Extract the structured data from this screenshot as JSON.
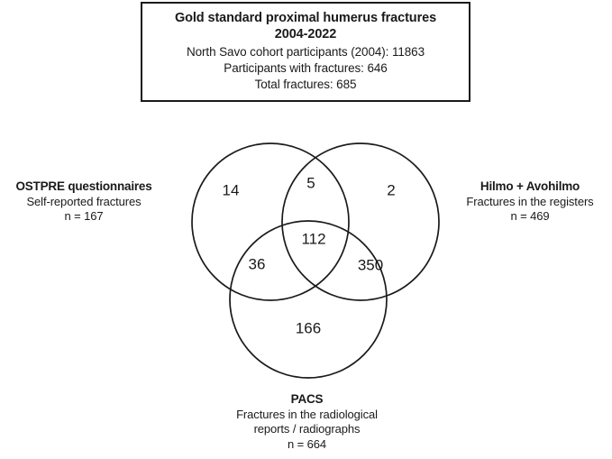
{
  "header": {
    "title_line1": "Gold standard proximal humerus fractures",
    "title_line2": "2004-2022",
    "line1": "North Savo cohort participants (2004): 11863",
    "line2": "Participants with fractures: 646",
    "line3": "Total fractures: 685"
  },
  "labels": {
    "left": {
      "title": "OSTPRE questionnaires",
      "subtitle": "Self-reported fractures",
      "n": "n = 167"
    },
    "right": {
      "title": "Hilmo + Avohilmo",
      "subtitle": "Fractures in the registers",
      "n": "n = 469"
    },
    "bottom": {
      "title": "PACS",
      "subtitle_line1": "Fractures in the radiological",
      "subtitle_line2": "reports / radiographs",
      "n": "n = 664"
    }
  },
  "chart_data": {
    "type": "venn",
    "title": "Gold standard proximal humerus fractures 2004-2022",
    "sets": [
      {
        "id": "ostpre",
        "name": "OSTPRE questionnaires",
        "description": "Self-reported fractures",
        "total": 167
      },
      {
        "id": "hilmo",
        "name": "Hilmo + Avohilmo",
        "description": "Fractures in the registers",
        "total": 469
      },
      {
        "id": "pacs",
        "name": "PACS",
        "description": "Fractures in the radiological reports / radiographs",
        "total": 664
      }
    ],
    "regions": [
      {
        "id": "ostpre-only",
        "sets": [
          "ostpre"
        ],
        "value": 14
      },
      {
        "id": "ostpre-hilmo",
        "sets": [
          "ostpre",
          "hilmo"
        ],
        "value": 5
      },
      {
        "id": "hilmo-only",
        "sets": [
          "hilmo"
        ],
        "value": 2
      },
      {
        "id": "all-three",
        "sets": [
          "ostpre",
          "hilmo",
          "pacs"
        ],
        "value": 112
      },
      {
        "id": "ostpre-pacs",
        "sets": [
          "ostpre",
          "pacs"
        ],
        "value": 36
      },
      {
        "id": "hilmo-pacs",
        "sets": [
          "hilmo",
          "pacs"
        ],
        "value": 350
      },
      {
        "id": "pacs-only",
        "sets": [
          "pacs"
        ],
        "value": 166
      }
    ],
    "cohort_participants": 11863,
    "participants_with_fractures": 646,
    "total_fractures": 685,
    "colors": {
      "stroke": "#1a1a1a",
      "fill": "#ffffff",
      "text": "#1a1a1a"
    }
  }
}
